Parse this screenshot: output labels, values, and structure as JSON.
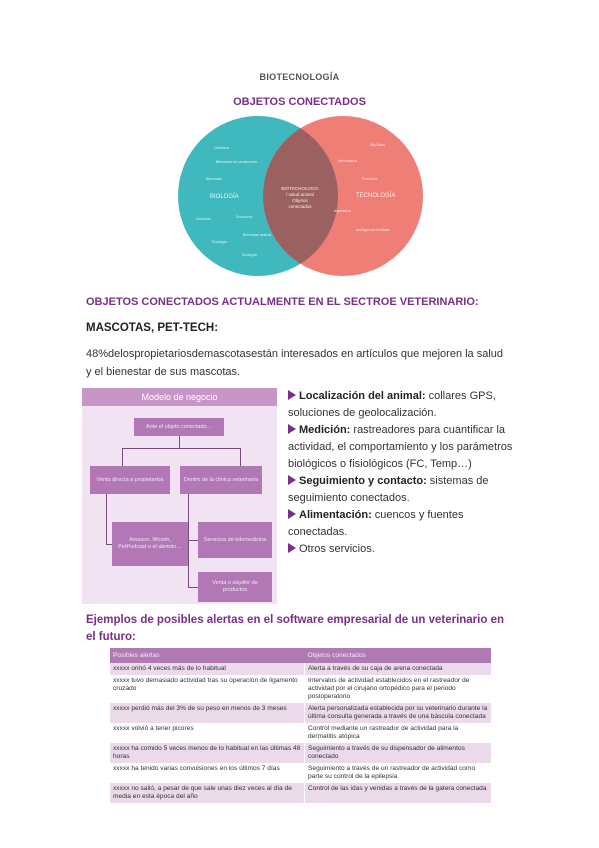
{
  "document": {
    "title": "BIOTECNOLOGÍA",
    "section_title": "OBJETOS CONECTADOS"
  },
  "venn": {
    "left_label": "BIOLOGÍA",
    "right_label": "TECNOLOGÍA",
    "center_lines": [
      "BIOTECNOLOGÍA",
      "/ salud animal",
      "Objetos",
      "conectados"
    ],
    "left_items": [
      "Genética",
      "Bienestar de producción",
      "Bienestar",
      "Nutrición",
      "Evolución",
      "Bienestar animal",
      "Ecología",
      "Ecología"
    ],
    "right_items": [
      "Big Data",
      "Informática",
      "Robótica",
      "Ingeniería",
      "Inteligencia Artificial"
    ],
    "left_color": "#3fb8be",
    "right_color": "#ee7e76"
  },
  "headings": {
    "actual": "OBJETOS CONECTADOS ACTUALMENTE EN EL SECTROE VETERINARIO:",
    "pets": "MASCOTAS, PET-TECH:"
  },
  "intro": {
    "text": "48%delospropietariosdemascotasestán interesados en artículos que mejoren la salud y el bienestar de sus mascotas."
  },
  "business_model": {
    "header": "Modelo de negocio",
    "root": "Ante el objeto conectado…",
    "left_branch": "Venta directa a propietarios",
    "right_branch": "Dentro de la clínica veterinaria",
    "left_child": "Amazon, Wooim, PetPodcast o el alemán…",
    "right_child1": "Servicios de telemedicina",
    "right_child2": "Venta o alquiler de productos"
  },
  "bullets": [
    {
      "bold": "Localización del animal:",
      "rest": " collares GPS, soluciones de geolocalización."
    },
    {
      "bold": "Medición:",
      "rest": " rastreadores para cuantificar la actividad, el comportamiento y los parámetros biológicos o fisiológicos (FC, Temp…)"
    },
    {
      "bold": "Seguimiento y contacto:",
      "rest": " sistemas de seguimiento conectados."
    },
    {
      "bold": "Alimentación:",
      "rest": " cuencos y fuentes conectadas."
    },
    {
      "bold": "",
      "rest": "Otros servicios."
    }
  ],
  "alerts_heading": "Ejemplos de posibles alertas en el software empresarial de un veterinario en el futuro:",
  "alerts_table": {
    "headers": [
      "Posibles alertas",
      "Objetos conectados"
    ],
    "rows": [
      [
        "xxxxx orinó 4 veces más de lo habitual",
        "Alerta a través de su caja de arena conectada"
      ],
      [
        "xxxxx tuvo demasiado actividad tras su operación de ligamento cruzado",
        "Intervalos de actividad establecidos en el rastreador de actividad por el cirujano ortopédico para el periodo postoperatorio"
      ],
      [
        "xxxxx perdió más del 3% de su peso en menos de 3 meses",
        "Alerta personalizada establecida por su veterinario durante la última consulta generada a través de una báscula conectada"
      ],
      [
        "xxxxx volvió a tener picores",
        "Control mediante un rastreador de actividad para la dermatitis atópica"
      ],
      [
        "xxxxx ha comido 5 veces menos de lo habitual en las últimas 48 horas",
        "Seguimiento a través de su dispensador de alimentos conectado"
      ],
      [
        "xxxxx ha tenido varias convulsiones en los últimos 7 días",
        "Seguimiento a través de un rastreador de actividad como parte su control de la epilepsia"
      ],
      [
        "xxxxx no salió, a pesar de que sale unas diez veces al día de media en esta época del año",
        "Control de las idas y venidas a través de la gatera conectada"
      ]
    ]
  }
}
